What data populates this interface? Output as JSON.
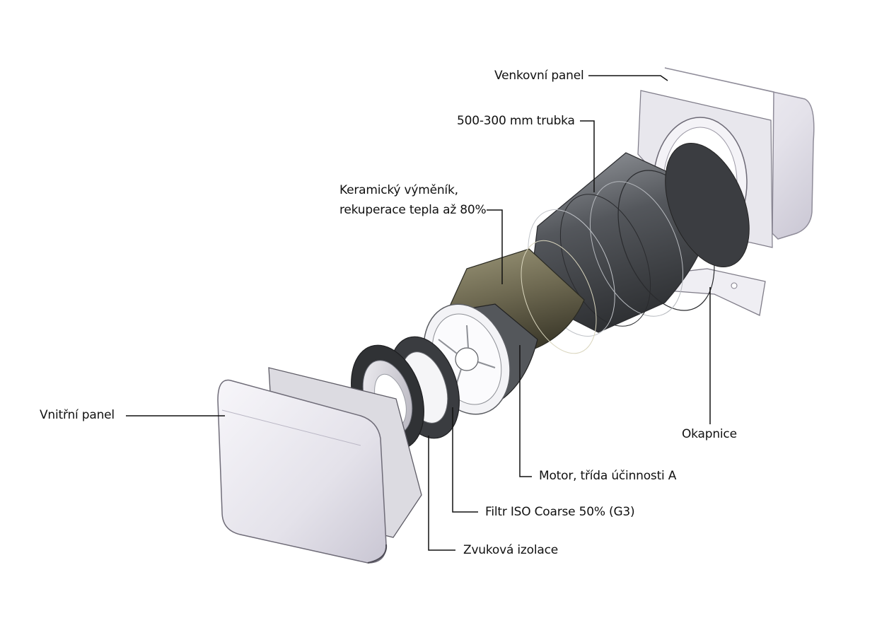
{
  "labels": {
    "outer_panel": "Venkovní panel",
    "tube": "500-300 mm trubka",
    "exchanger_line1": "Keramický výměník,",
    "exchanger_line2": "rekuperace tepla až 80%",
    "inner_panel": "Vnitřní panel",
    "drip_edge": "Okapnice",
    "motor": "Motor, třída účinnosti A",
    "filter": "Filtr ISO Coarse 50% (G3)",
    "insulation": "Zvuková izolace"
  },
  "colors": {
    "leader": "#111111",
    "panel_face": "#eceaf2",
    "panel_edge": "#b9b6c4",
    "tube_dark": "#4a4c50",
    "tube_light": "#8a8d92",
    "exchanger": "#6f6a52",
    "frame": "#d7d6dc"
  }
}
